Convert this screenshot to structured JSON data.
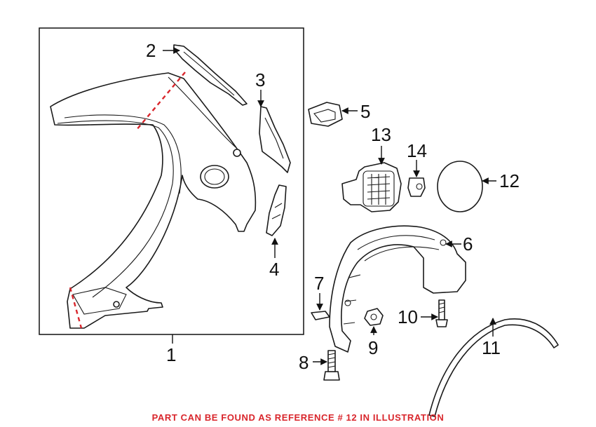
{
  "diagram": {
    "callouts": [
      {
        "id": "1",
        "label": "1"
      },
      {
        "id": "2",
        "label": "2"
      },
      {
        "id": "3",
        "label": "3"
      },
      {
        "id": "4",
        "label": "4"
      },
      {
        "id": "5",
        "label": "5"
      },
      {
        "id": "6",
        "label": "6"
      },
      {
        "id": "7",
        "label": "7"
      },
      {
        "id": "8",
        "label": "8"
      },
      {
        "id": "9",
        "label": "9"
      },
      {
        "id": "10",
        "label": "10"
      },
      {
        "id": "11",
        "label": "11"
      },
      {
        "id": "12",
        "label": "12"
      },
      {
        "id": "13",
        "label": "13"
      },
      {
        "id": "14",
        "label": "14"
      }
    ],
    "colors": {
      "line": "#1a1a1a",
      "cut_line": "#d9262c",
      "note": "#d9262c",
      "background": "#ffffff"
    }
  },
  "footer": {
    "note": "PART CAN BE FOUND AS REFERENCE # 12 IN ILLUSTRATION"
  }
}
